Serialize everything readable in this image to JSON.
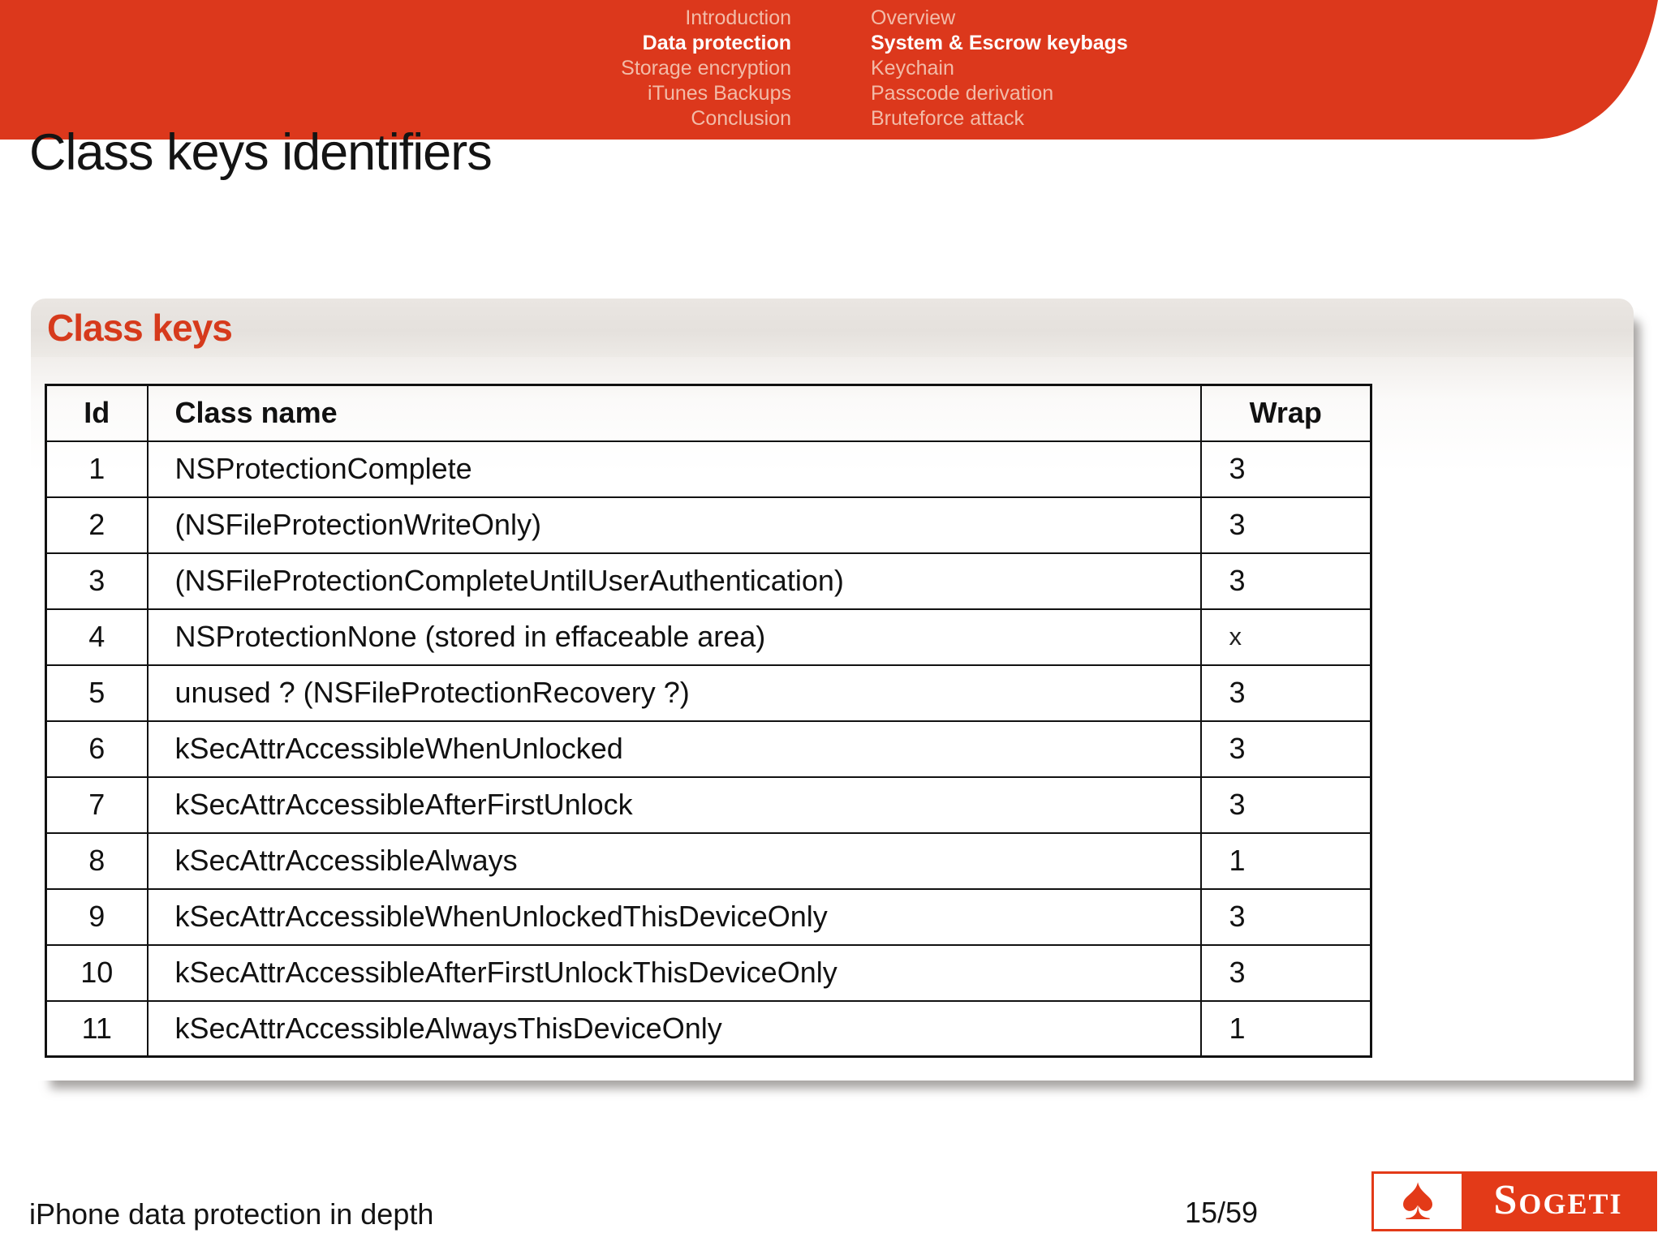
{
  "header": {
    "nav_left": [
      {
        "label": "Introduction",
        "active": false
      },
      {
        "label": "Data protection",
        "active": true
      },
      {
        "label": "Storage encryption",
        "active": false
      },
      {
        "label": "iTunes Backups",
        "active": false
      },
      {
        "label": "Conclusion",
        "active": false
      }
    ],
    "nav_right": [
      {
        "label": "Overview",
        "active": false
      },
      {
        "label": "System & Escrow keybags",
        "active": true
      },
      {
        "label": "Keychain",
        "active": false
      },
      {
        "label": "Passcode derivation",
        "active": false
      },
      {
        "label": "Bruteforce attack",
        "active": false
      }
    ]
  },
  "frame_title": "Class keys identifiers",
  "block": {
    "title": "Class keys",
    "table": {
      "headers": [
        "Id",
        "Class name",
        "Wrap"
      ],
      "rows": [
        [
          "1",
          "NSProtectionComplete",
          "3"
        ],
        [
          "2",
          "(NSFileProtectionWriteOnly)",
          "3"
        ],
        [
          "3",
          "(NSFileProtectionCompleteUntilUserAuthentication)",
          "3"
        ],
        [
          "4",
          "NSProtectionNone (stored in effaceable area)",
          "x"
        ],
        [
          "5",
          "unused ? (NSFileProtectionRecovery ?)",
          "3"
        ],
        [
          "6",
          "kSecAttrAccessibleWhenUnlocked",
          "3"
        ],
        [
          "7",
          "kSecAttrAccessibleAfterFirstUnlock",
          "3"
        ],
        [
          "8",
          "kSecAttrAccessibleAlways",
          "1"
        ],
        [
          "9",
          "kSecAttrAccessibleWhenUnlockedThisDeviceOnly",
          "3"
        ],
        [
          "10",
          "kSecAttrAccessibleAfterFirstUnlockThisDeviceOnly",
          "3"
        ],
        [
          "11",
          "kSecAttrAccessibleAlwaysThisDeviceOnly",
          "1"
        ]
      ]
    }
  },
  "footer": {
    "title": "iPhone data protection in depth",
    "page": "15/59"
  },
  "logo": {
    "wordmark": "Sogeti",
    "spade_glyph": "♠"
  },
  "colors": {
    "accent_red": "#DC381C",
    "nav_dim": "#F2BBA8",
    "block_title_red": "#D63A1C",
    "logo_red": "#E33A18",
    "table_border": "#111111"
  }
}
